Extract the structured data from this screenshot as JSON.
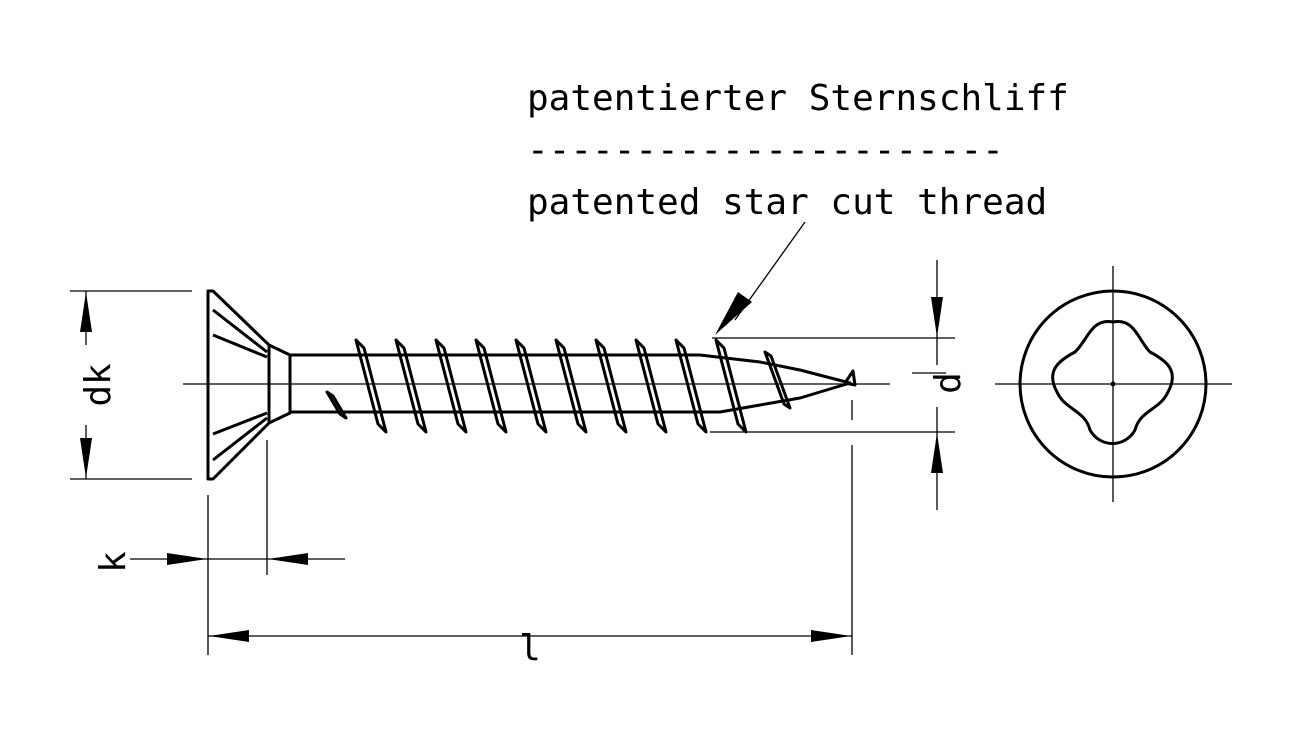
{
  "labels": {
    "german": "patentierter Sternschliff",
    "separator": "----------------------",
    "english": "patented star cut thread",
    "head_diameter": "dk",
    "thread_diameter": "d",
    "head_height": "k",
    "length": "l"
  },
  "colors": {
    "ink": "#000000",
    "background": "#ffffff"
  }
}
